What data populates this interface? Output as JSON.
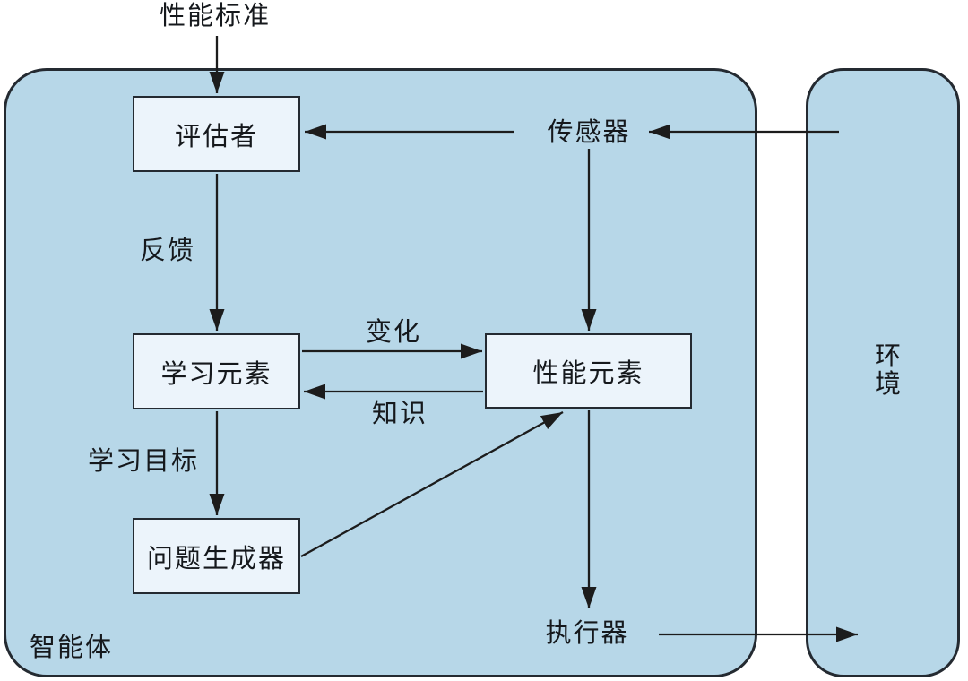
{
  "colors": {
    "region_fill": "#b7d7e8",
    "node_fill": "#ecf4fb",
    "border": "#242a31",
    "line": "#1c1c1c",
    "text": "#15181c",
    "canvas": "#ffffff"
  },
  "outer": {
    "performance_standard": "性能标准"
  },
  "regions": {
    "agent": {
      "label": "智能体"
    },
    "environment": {
      "label": "环境"
    }
  },
  "nodes": {
    "critic": {
      "label": "评估者"
    },
    "learning_element": {
      "label": "学习元素"
    },
    "performance_element": {
      "label": "性能元素"
    },
    "problem_generator": {
      "label": "问题生成器"
    }
  },
  "edge_labels": {
    "sensors": "传感器",
    "actuators": "执行器",
    "feedback": "反馈",
    "changes": "变化",
    "knowledge": "知识",
    "learning_goal": "学习目标"
  }
}
